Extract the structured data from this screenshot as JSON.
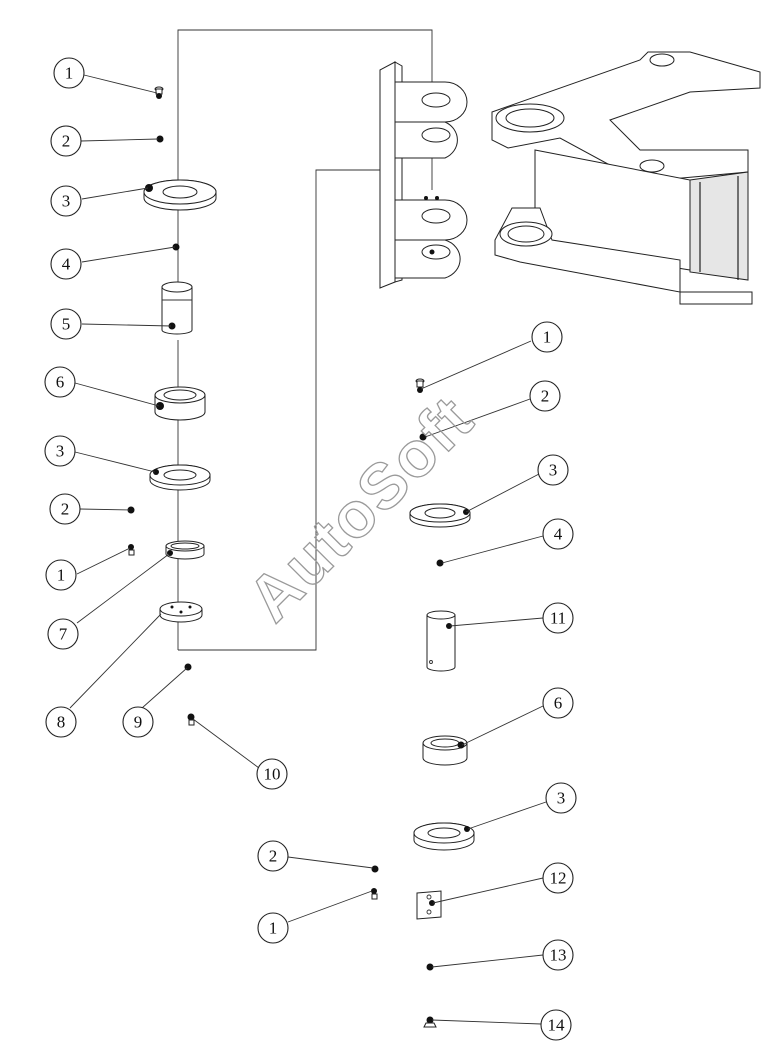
{
  "watermark": "AutoSoft",
  "callouts": [
    {
      "id": "c1a",
      "label": "1"
    },
    {
      "id": "c2a",
      "label": "2"
    },
    {
      "id": "c3a",
      "label": "3"
    },
    {
      "id": "c4a",
      "label": "4"
    },
    {
      "id": "c5a",
      "label": "5"
    },
    {
      "id": "c6a",
      "label": "6"
    },
    {
      "id": "c3b",
      "label": "3"
    },
    {
      "id": "c2b",
      "label": "2"
    },
    {
      "id": "c1b",
      "label": "1"
    },
    {
      "id": "c7a",
      "label": "7"
    },
    {
      "id": "c8a",
      "label": "8"
    },
    {
      "id": "c9a",
      "label": "9"
    },
    {
      "id": "c10a",
      "label": "10"
    },
    {
      "id": "c1c",
      "label": "1"
    },
    {
      "id": "c2c",
      "label": "2"
    },
    {
      "id": "c3c",
      "label": "3"
    },
    {
      "id": "c4c",
      "label": "4"
    },
    {
      "id": "c11a",
      "label": "11"
    },
    {
      "id": "c6c",
      "label": "6"
    },
    {
      "id": "c3d",
      "label": "3"
    },
    {
      "id": "c2d",
      "label": "2"
    },
    {
      "id": "c1d",
      "label": "1"
    },
    {
      "id": "c12a",
      "label": "12"
    },
    {
      "id": "c13a",
      "label": "13"
    },
    {
      "id": "c14a",
      "label": "14"
    }
  ]
}
